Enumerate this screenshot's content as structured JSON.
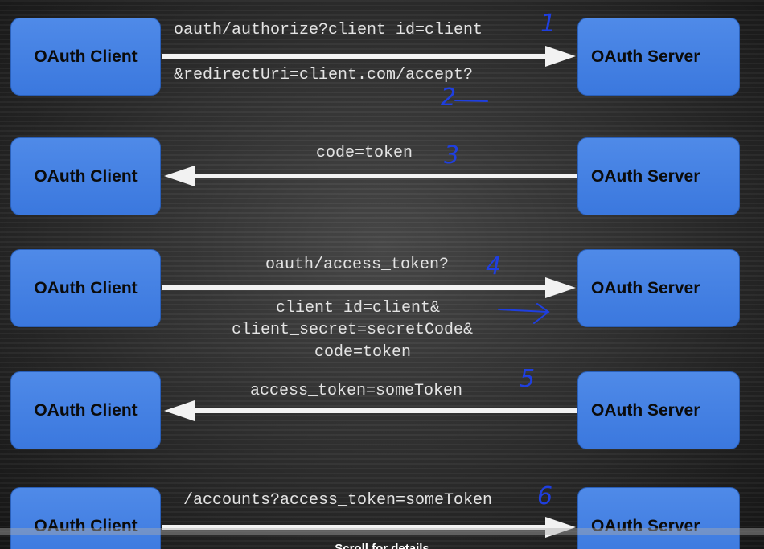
{
  "nodes": {
    "client": "OAuth Client",
    "server": "OAuth Server"
  },
  "messages": {
    "m1_line1": "oauth/authorize?client_id=client",
    "m1_line2": "&redirectUri=client.com/accept?",
    "m3": "code=token",
    "m4_line1": "oauth/access_token?",
    "m4_line2": "client_id=client&",
    "m4_line3": "client_secret=secretCode&",
    "m4_line4": "code=token",
    "m5": "access_token=someToken",
    "m6": "/accounts?access_token=someToken"
  },
  "annotations": {
    "n1": "1",
    "n2": "2",
    "n3": "3",
    "n4": "4",
    "n5": "5",
    "n6": "6"
  },
  "caption": "Scroll for details",
  "colors": {
    "box": "#3b78de",
    "arrow": "#f2f2f2",
    "annotation": "#1f3fe0"
  }
}
